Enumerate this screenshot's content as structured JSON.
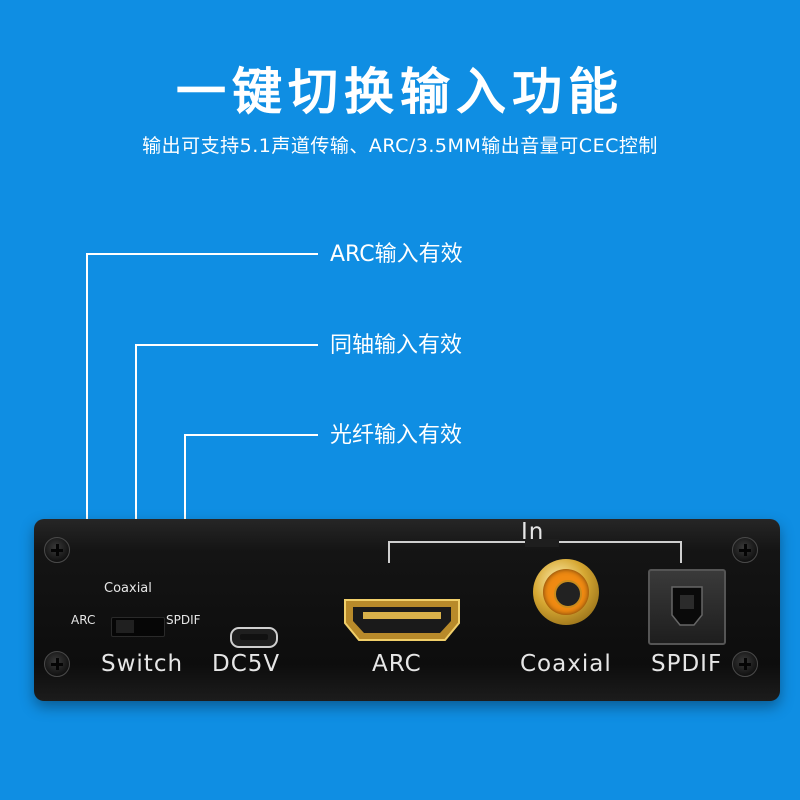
{
  "header": {
    "title": "一键切换输入功能",
    "subtitle": "输出可支持5.1声道传输、ARC/3.5MM输出音量可CEC控制"
  },
  "callouts": [
    {
      "label": "ARC输入有效"
    },
    {
      "label": "同轴输入有效"
    },
    {
      "label": "光纤输入有效"
    }
  ],
  "device": {
    "switch_top_label": "Coaxial",
    "switch_left_label": "ARC",
    "switch_right_label": "SPDIF",
    "switch_label": "Switch",
    "power_label": "DC5V",
    "hdmi_label": "ARC",
    "in_group_label": "In",
    "coaxial_label": "Coaxial",
    "spdif_label": "SPDIF"
  },
  "colors": {
    "background": "#0f8ee3",
    "device_body": "#141414",
    "rca_gold": "#d6a732",
    "rca_orange": "#f08a12"
  }
}
